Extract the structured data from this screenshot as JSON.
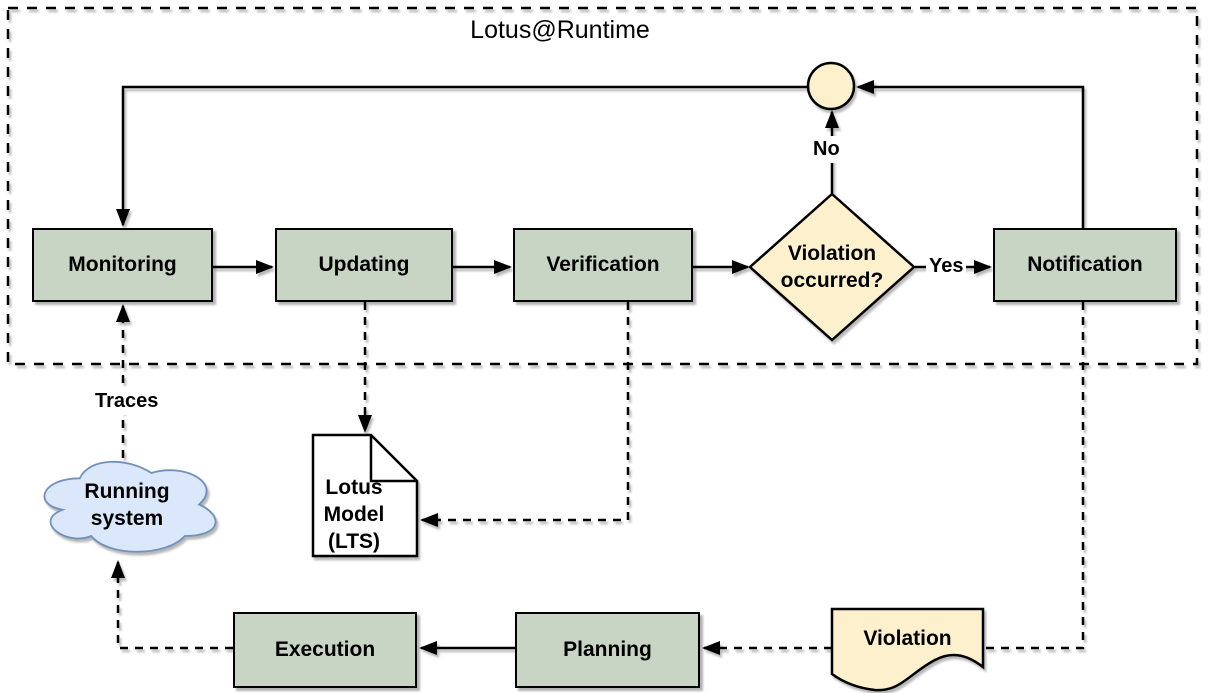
{
  "title": "Lotus@Runtime",
  "colors": {
    "process_fill": "#c8d5c5",
    "decision_fill": "#fdf1cd",
    "cloud_fill": "#dbe8fb",
    "cloud_border": "#7191bc",
    "shape_border": "#000000",
    "background": "#ffffff"
  },
  "nodes": {
    "monitoring": {
      "label": "Monitoring"
    },
    "updating": {
      "label": "Updating"
    },
    "verification": {
      "label": "Verification"
    },
    "decision": {
      "line1": "Violation",
      "line2": "occurred?"
    },
    "notification": {
      "label": "Notification"
    },
    "running_system": {
      "line1": "Running",
      "line2": "system"
    },
    "lotus_model": {
      "line1": "Lotus",
      "line2": "Model",
      "line3": "(LTS)"
    },
    "execution": {
      "label": "Execution"
    },
    "planning": {
      "label": "Planning"
    },
    "violation_document": {
      "label": "Violation"
    }
  },
  "edge_labels": {
    "yes": "Yes",
    "no": "No",
    "traces": "Traces"
  }
}
